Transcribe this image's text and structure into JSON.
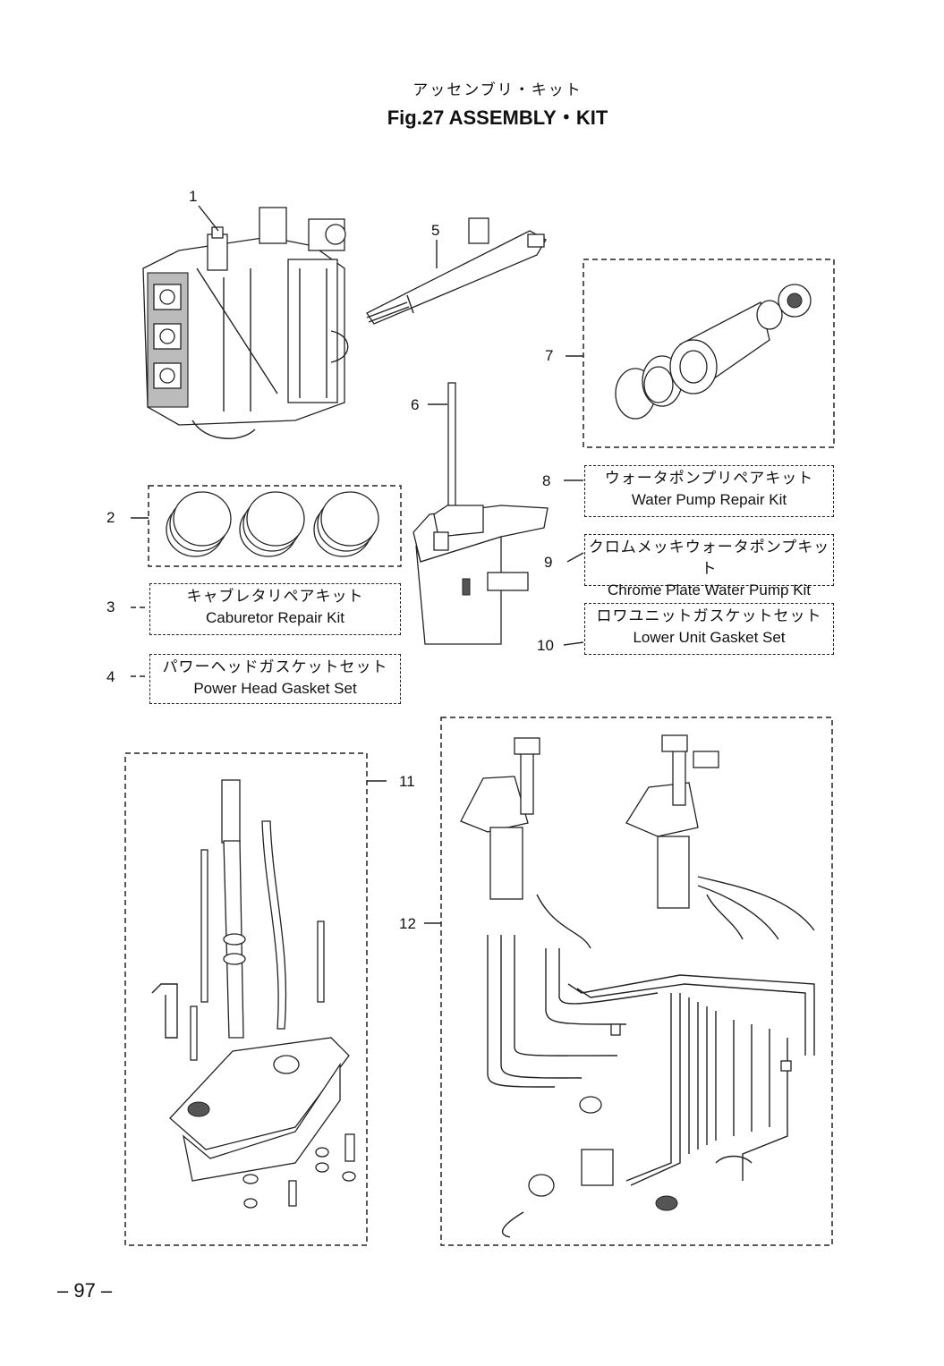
{
  "header": {
    "subtitle_jp": "アッセンブリ・キット",
    "title": "Fig.27   ASSEMBLY・KIT"
  },
  "callouts": [
    "1",
    "2",
    "3",
    "4",
    "5",
    "6",
    "7",
    "8",
    "9",
    "10",
    "11",
    "12"
  ],
  "kits": {
    "carb": {
      "jp": "キャブレタリペアキット",
      "en": "Caburetor Repair Kit"
    },
    "powerhead": {
      "jp": "パワーヘッドガスケットセット",
      "en": "Power Head Gasket Set"
    },
    "waterpump": {
      "jp": "ウォータポンプリペアキット",
      "en": "Water Pump Repair Kit"
    },
    "chrome": {
      "jp": "クロムメッキウォータポンプキット",
      "en": "Chrome Plate Water Pump Kit"
    },
    "lowerunit": {
      "jp": "ロワユニットガスケットセット",
      "en": "Lower Unit Gasket Set"
    }
  },
  "footer": {
    "page_number": "– 97 –"
  }
}
